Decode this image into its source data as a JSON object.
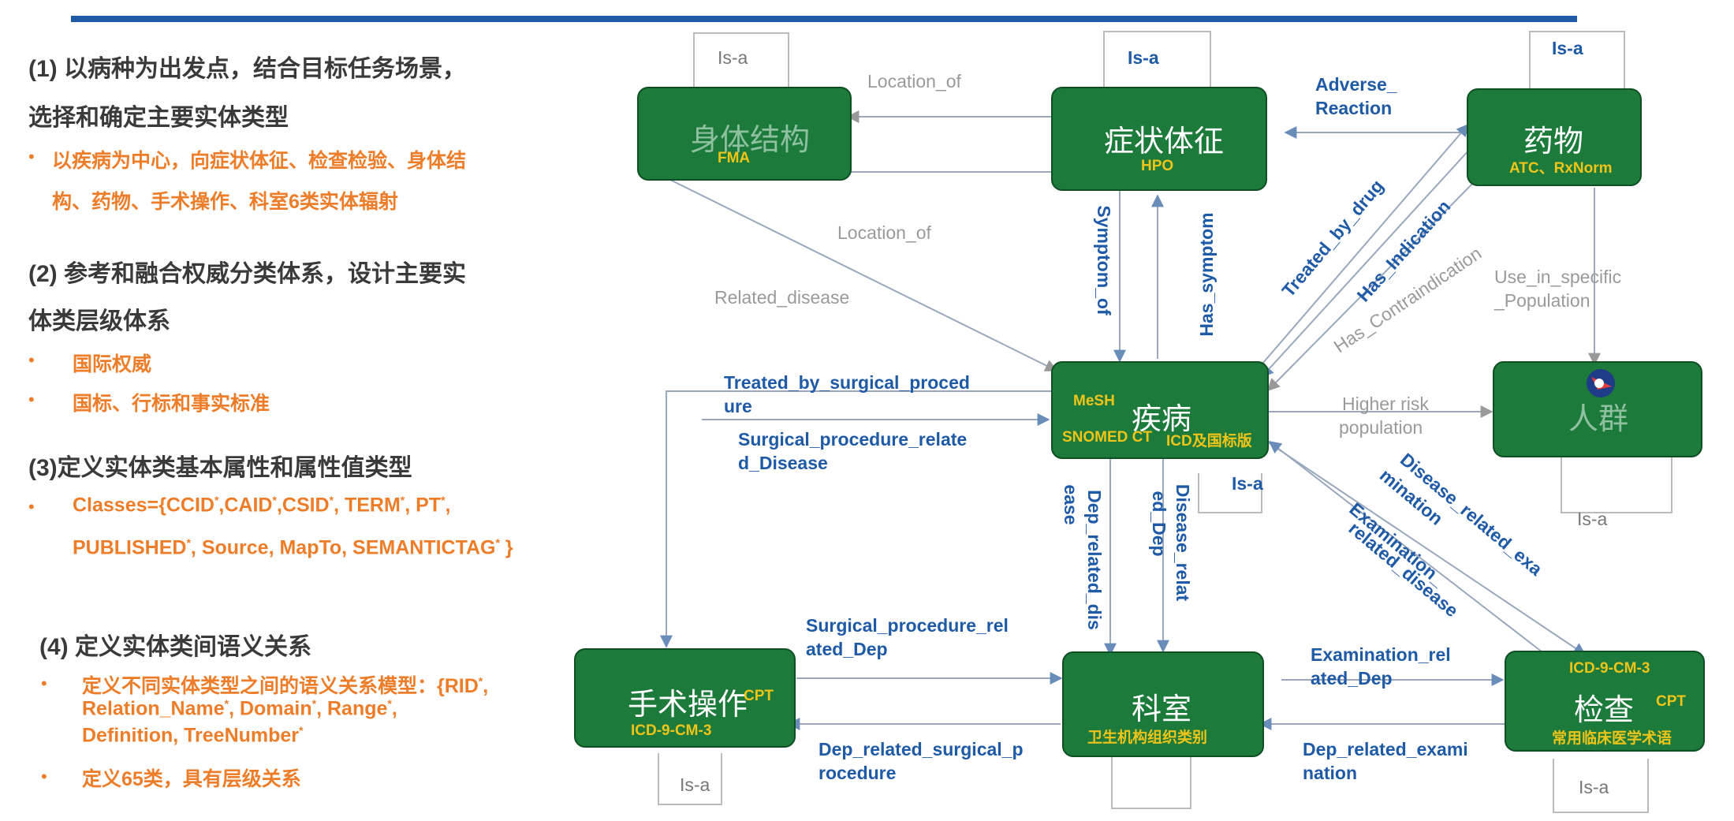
{
  "left": {
    "h1_line1": "(1) 以病种为出发点，结合目标任务场景，",
    "h1_line2": "选择和确定主要实体类型",
    "o1_line1": "以疾病为中心，向症状体征、检查检验、身体结",
    "o1_line2": "构、药物、手术操作、科室6类实体辐射",
    "h2_line1": "(2) 参考和融合权威分类体系，设计主要实",
    "h2_line2": "体类层级体系",
    "o2a": "国际权威",
    "o2b": "国标、行标和事实标准",
    "h3": "(3)定义实体类基本属性和属性值类型",
    "o3_line1": "Classes={CCID*,CAID*,CSID*, TERM*, PT*,",
    "o3_line2": "PUBLISHED*, Source, MapTo, SEMANTICTAG* }",
    "h4": "(4) 定义实体类间语义关系",
    "o4_line1": "定义不同实体类型之间的语义关系模型：{RID*,",
    "o4_line2": "Relation_Name*, Domain*, Range*,",
    "o4_line3": "Definition, TreeNumber*",
    "o4b": "定义65类，具有层级关系",
    "bullet": "•"
  },
  "nodes": {
    "body_structure": {
      "name": "身体结构",
      "sub": "FMA"
    },
    "symptom": {
      "name": "症状体征",
      "sub": "HPO"
    },
    "drug": {
      "name": "药物",
      "sub": "ATC、RxNorm"
    },
    "disease": {
      "name": "疾病",
      "sub_top": "MeSH",
      "sub_bottom_left": "SNOMED CT",
      "sub_bottom_right": "ICD及国标版"
    },
    "population": {
      "name": "人群"
    },
    "surgery": {
      "name": "手术操作",
      "sub_right": "CPT",
      "sub": "ICD-9-CM-3"
    },
    "department": {
      "name": "科室",
      "sub": "卫生机构组织类别"
    },
    "exam": {
      "name": "检查",
      "sub_top": "ICD-9-CM-3",
      "sub_right": "CPT",
      "sub": "常用临床医学术语"
    }
  },
  "relations": {
    "isa": "Is-a",
    "location_of_top": "Location_of",
    "location_of_mid": "Location_of",
    "related_disease": "Related_disease",
    "adverse_l1": "Adverse_",
    "adverse_l2": "Reaction",
    "symptom_of": "Symptom_of",
    "has_symptom": "Has_symptom",
    "treated_by_drug": "Treated_by_drug",
    "has_indication": "Has_Indication",
    "has_contraindication": "Has_Contraindication",
    "use_in_l1": "Use_in_specific",
    "use_in_l2": "_Population",
    "higher_risk_l1": "Higher risk",
    "higher_risk_l2": "population",
    "treated_surg_l1": "Treated_by_surgical_proced",
    "treated_surg_l2": "ure",
    "surg_rel_dis_l1": "Surgical_procedure_relate",
    "surg_rel_dis_l2": "d_Disease",
    "dep_rel_dis_l1": "Dep_related_dis",
    "dep_rel_dis_l2": "ease",
    "dis_rel_dep_l1": "Disease_relat",
    "dis_rel_dep_l2": "ed_Dep",
    "dis_rel_exam_l1": "Disease_related_exa",
    "dis_rel_exam_l2": "mination",
    "exam_rel_dis_l1": "Examination_",
    "exam_rel_dis_l2": "related_disease",
    "surg_rel_dep_l1": "Surgical_procedure_rel",
    "surg_rel_dep_l2": "ated_Dep",
    "dep_rel_surg_l1": "Dep_related_surgical_p",
    "dep_rel_surg_l2": "rocedure",
    "exam_rel_dep_l1": "Examination_rel",
    "exam_rel_dep_l2": "ated_Dep",
    "dep_rel_exam_l1": "Dep_related_exami",
    "dep_rel_exam_l2": "nation"
  },
  "colors": {
    "node": "#1c7a3a",
    "subtext": "#f0c419",
    "relation": "#1f5aa6",
    "heading": "#3a3a3a",
    "orange": "#ee7d2a"
  }
}
